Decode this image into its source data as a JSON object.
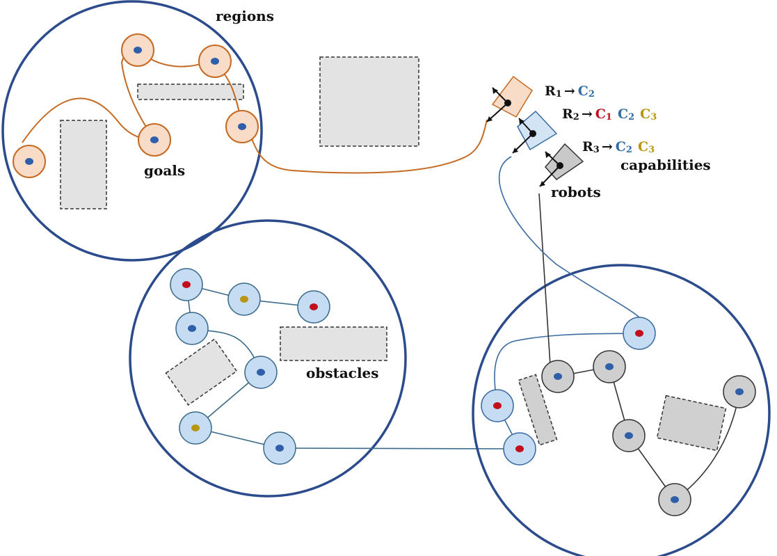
{
  "labels": {
    "regions": "regions",
    "goals": "goals",
    "obstacles": "obstacles",
    "robots": "robots",
    "capabilities": "capabilities"
  },
  "robots": [
    {
      "name": "R",
      "index": "1",
      "arrow": "→",
      "caps": [
        {
          "name": "C",
          "index": "2",
          "color": "#2e6da4"
        }
      ]
    },
    {
      "name": "R",
      "index": "2",
      "arrow": "→",
      "caps": [
        {
          "name": "C",
          "index": "1",
          "color": "#c0101b"
        },
        {
          "name": "C",
          "index": "2",
          "color": "#2e6da4"
        },
        {
          "name": "C",
          "index": "3",
          "color": "#b8960f"
        }
      ]
    },
    {
      "name": "R",
      "index": "3",
      "arrow": "→",
      "caps": [
        {
          "name": "C",
          "index": "2",
          "color": "#2e6da4"
        },
        {
          "name": "C",
          "index": "3",
          "color": "#b8960f"
        }
      ]
    }
  ],
  "colors": {
    "region_border": "#2b4b8c",
    "robot1_fill": "#f9dcc8",
    "robot1_path": "#c46a22",
    "robot2_fill": "#d3e4f5",
    "robot2_path": "#3a6aa0",
    "robot3_fill": "#c9c9c9",
    "robot3_path": "#333333",
    "obstacle_fill": "#e3e3e3",
    "goal_dot_blue": "#2e5fa8",
    "goal_dot_red": "#c0101b",
    "goal_dot_gold": "#b8960f"
  }
}
